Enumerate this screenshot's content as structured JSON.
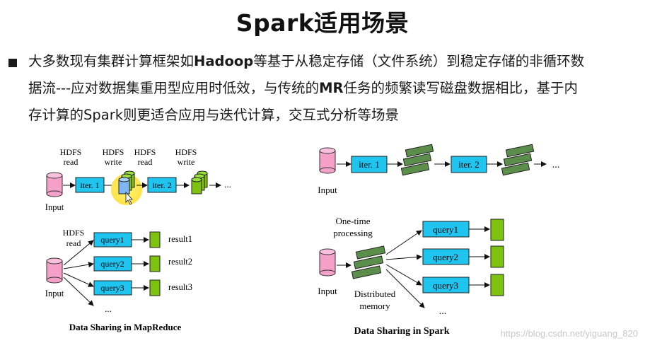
{
  "slide": {
    "title": "Spark适用场景",
    "bullet": {
      "l1_pre": "大多数现有集群计算框架如",
      "l1_bold": "Hadoop",
      "l1_post": "等基于从稳定存储（文件系统）到稳定存储的非循环数",
      "l2_pre": "据流---应对数据集重用型应用时低效，与传统的",
      "l2_bold": "MR",
      "l2_post": "任务的频繁读写磁盘数据相比，基于内",
      "l3": "存计算的Spark则更适合应用与迭代计算，交互式分析等场景"
    }
  },
  "mapreduce": {
    "iter_top": {
      "hdfs1": "HDFS",
      "read1": "read",
      "hdfs2": "HDFS",
      "write1": "write",
      "hdfs3": "HDFS",
      "read2": "read",
      "hdfs4": "HDFS",
      "write2": "write",
      "iter1": "iter. 1",
      "iter2": "iter. 2",
      "ellipsis": "...",
      "input": "Input"
    },
    "query": {
      "hdfs": "HDFS",
      "read": "read",
      "queries": [
        "query1",
        "query2",
        "query3"
      ],
      "results": [
        "result1",
        "result2",
        "result3"
      ],
      "ellipsis": "...",
      "input": "Input"
    },
    "caption": "Data Sharing in MapReduce"
  },
  "spark": {
    "iter1": "iter. 1",
    "iter2": "iter. 2",
    "ellipsis_top": "...",
    "input_top": "Input",
    "onetime1": "One-time",
    "onetime2": "processing",
    "distributed1": "Distributed",
    "distributed2": "memory",
    "queries": [
      "query1",
      "query2",
      "query3"
    ],
    "ellipsis_bottom": "...",
    "input_bottom": "Input",
    "caption": "Data Sharing in Spark"
  },
  "watermark": "https://blog.csdn.net/yiguang_820",
  "colors": {
    "query_fill": "#1fc4ef",
    "result_fill": "#7cc20f",
    "disk_fill": "#f4a0c8",
    "cursor_halo": "#fff26a"
  }
}
